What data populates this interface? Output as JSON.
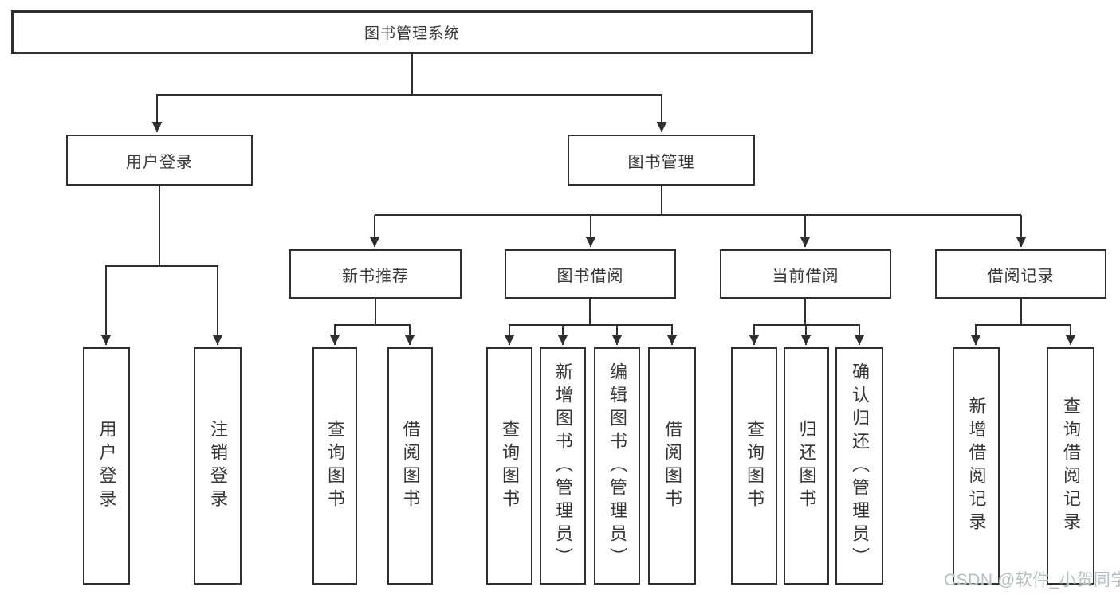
{
  "style": {
    "background": "#ffffff",
    "line_color": "#2f2f2f",
    "text_color": "#363636",
    "watermark_color": "#b9bdc1"
  },
  "diagram_type": "hierarchy-tree",
  "tree": {
    "root": {
      "label": "图书管理系统",
      "children": [
        {
          "label": "用户登录",
          "children": [
            {
              "label": "用户登录"
            },
            {
              "label": "注销登录"
            }
          ]
        },
        {
          "label": "图书管理",
          "children": [
            {
              "label": "新书推荐",
              "children": [
                {
                  "label": "查询图书"
                },
                {
                  "label": "借阅图书"
                }
              ]
            },
            {
              "label": "图书借阅",
              "children": [
                {
                  "label": "查询图书"
                },
                {
                  "label": "新增图书（管理员）"
                },
                {
                  "label": "编辑图书（管理员）"
                },
                {
                  "label": "借阅图书"
                }
              ]
            },
            {
              "label": "当前借阅",
              "children": [
                {
                  "label": "查询图书"
                },
                {
                  "label": "归还图书"
                },
                {
                  "label": "确认归还（管理员）"
                }
              ]
            },
            {
              "label": "借阅记录",
              "children": [
                {
                  "label": "新增借阅记录"
                },
                {
                  "label": "查询借阅记录"
                }
              ]
            }
          ]
        }
      ]
    }
  },
  "watermark": {
    "text": "CSDN @软件_小贺同学"
  }
}
